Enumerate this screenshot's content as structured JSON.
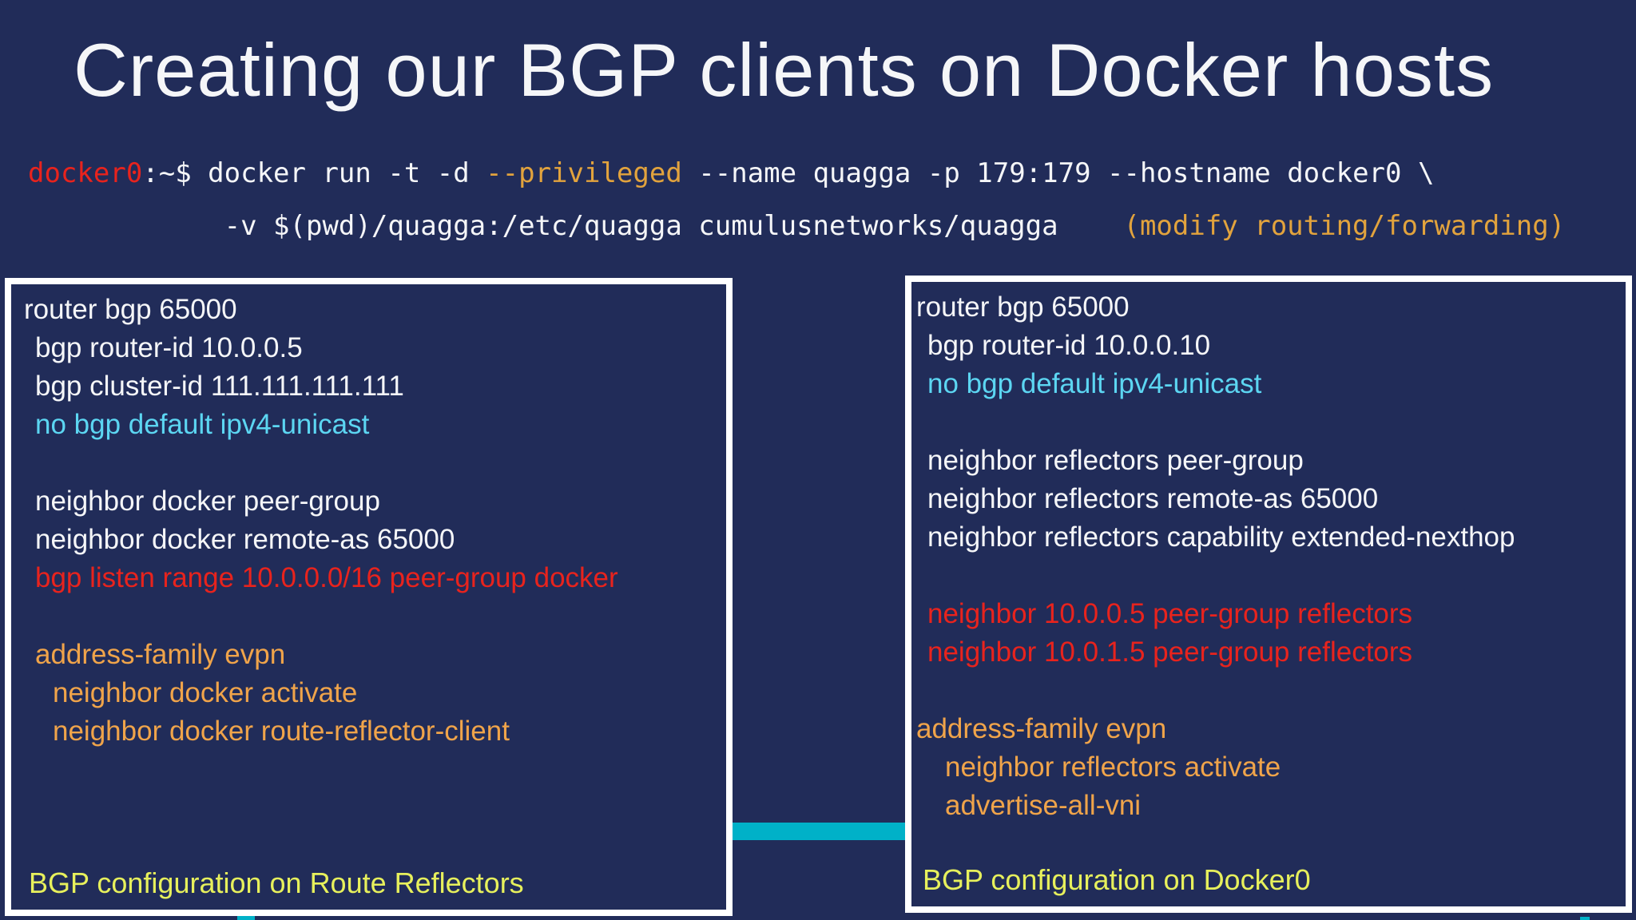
{
  "colors": {
    "background": "#212c59",
    "box_border": "#ffffff",
    "text_white": "#f5f6f8",
    "text_red": "#e8231d",
    "text_cyan": "#5cd6f2",
    "text_yellow": "#e7f05c",
    "orange_terminal": "#e2a33d",
    "orange_config": "#f0a44a",
    "cyan_bar": "#00b1c8"
  },
  "title": "Creating our BGP clients on Docker hosts",
  "terminal": {
    "lines": [
      {
        "segments": [
          {
            "text": "docker0",
            "color": "text_red"
          },
          {
            "text": ":~$ docker run -t -d ",
            "color": "text_white"
          },
          {
            "text": "--privileged",
            "color": "orange_terminal"
          },
          {
            "text": " --name quagga -p 179:179 --hostname docker0 \\",
            "color": "text_white"
          }
        ]
      },
      {
        "segments": [
          {
            "text": "            -v $(pwd)/quagga:/etc/quagga cumulusnetworks/quagga    ",
            "color": "text_white"
          },
          {
            "text": "(modify routing/forwarding)",
            "color": "orange_terminal"
          }
        ]
      }
    ]
  },
  "left_panel": {
    "lines": [
      {
        "text": "router bgp 65000",
        "color": "text_white",
        "indent": 0
      },
      {
        "text": "bgp router-id 10.0.0.5",
        "color": "text_white",
        "indent": 1
      },
      {
        "text": "bgp cluster-id 111.111.111.111",
        "color": "text_white",
        "indent": 1
      },
      {
        "text": "no bgp default ipv4-unicast",
        "color": "text_cyan",
        "indent": 1
      },
      {
        "text": "",
        "color": "text_white",
        "indent": 0
      },
      {
        "text": "neighbor docker peer-group",
        "color": "text_white",
        "indent": 1
      },
      {
        "text": "neighbor docker remote-as 65000",
        "color": "text_white",
        "indent": 1
      },
      {
        "text": "bgp listen range 10.0.0.0/16 peer-group docker",
        "color": "text_red",
        "indent": 1
      },
      {
        "text": "",
        "color": "text_white",
        "indent": 0
      },
      {
        "text": "address-family evpn",
        "color": "orange_config",
        "indent": 1
      },
      {
        "text": "neighbor docker activate",
        "color": "orange_config",
        "indent": 2
      },
      {
        "text": "neighbor docker route-reflector-client",
        "color": "orange_config",
        "indent": 2
      }
    ],
    "caption": "BGP configuration on Route Reflectors"
  },
  "right_panel": {
    "lines": [
      {
        "text": "router bgp 65000",
        "color": "text_white",
        "indent": 0
      },
      {
        "text": "bgp router-id 10.0.0.10",
        "color": "text_white",
        "indent": 1
      },
      {
        "text": "no bgp default ipv4-unicast",
        "color": "text_cyan",
        "indent": 1
      },
      {
        "text": "",
        "color": "text_white",
        "indent": 0
      },
      {
        "text": "neighbor reflectors peer-group",
        "color": "text_white",
        "indent": 1
      },
      {
        "text": "neighbor reflectors remote-as 65000",
        "color": "text_white",
        "indent": 1
      },
      {
        "text": "neighbor reflectors capability extended-nexthop",
        "color": "text_white",
        "indent": 1
      },
      {
        "text": "",
        "color": "text_white",
        "indent": 0
      },
      {
        "text": "neighbor 10.0.0.5 peer-group reflectors",
        "color": "text_red",
        "indent": 1
      },
      {
        "text": "neighbor 10.0.1.5 peer-group reflectors",
        "color": "text_red",
        "indent": 1
      },
      {
        "text": "",
        "color": "text_white",
        "indent": 0
      },
      {
        "text": "address-family evpn",
        "color": "orange_config",
        "indent": 0
      },
      {
        "text": "neighbor reflectors activate",
        "color": "orange_config",
        "indent": 2
      },
      {
        "text": "advertise-all-vni",
        "color": "orange_config",
        "indent": 2
      }
    ],
    "caption": "BGP configuration on Docker0"
  }
}
